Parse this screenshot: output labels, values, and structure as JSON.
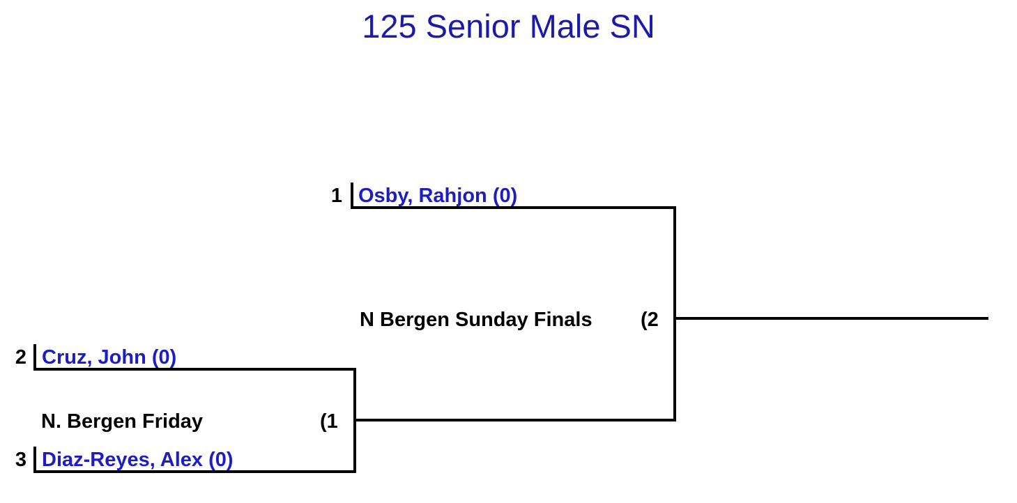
{
  "title": "125 Senior Male SN",
  "accent_colors": {
    "title_blue": "#1b1bab",
    "name_blue": "#1d1dc4",
    "line_black": "#000000",
    "background": "#ffffff"
  },
  "bracket": {
    "type": "single-elimination",
    "entries": [
      {
        "seed": "1",
        "name": "Osby, Rahjon (0)"
      },
      {
        "seed": "2",
        "name": "Cruz, John (0)"
      },
      {
        "seed": "3",
        "name": "Diaz-Reyes, Alex (0)"
      }
    ],
    "bouts": [
      {
        "name": "N Bergen Sunday Finals",
        "score": "(2"
      },
      {
        "name": "N. Bergen Friday",
        "score": "(1"
      }
    ]
  }
}
